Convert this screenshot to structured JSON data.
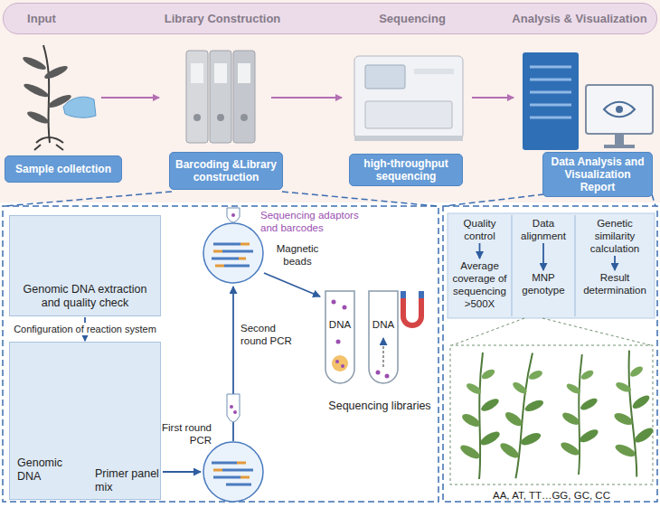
{
  "diagram": {
    "nodes": [
      {
        "text": [
          "Input",
          "Library Construction",
          "Sequencing",
          "Analysis & Visualization"
        ]
      },
      {
        "text": [
          "Sample colletction"
        ]
      },
      {
        "text": [
          "Barcoding &Library construction"
        ]
      },
      {
        "text": [
          "high-throughput sequencing"
        ]
      },
      {
        "text": [
          "Data Analysis and Visualization Report"
        ]
      },
      {
        "text": [
          "Genomic DNA extraction and quality check"
        ]
      },
      {
        "text": [
          "Genomic DNA",
          "Primer panel mix"
        ]
      },
      {
        "text": [
          "Quality control"
        ]
      },
      {
        "text": [
          "Average coverage of sequencing >500X"
        ]
      },
      {
        "text": [
          "Data alignment"
        ]
      },
      {
        "text": [
          "MNP genotype"
        ]
      },
      {
        "text": [
          "Genetic similarity calculation"
        ]
      },
      {
        "text": [
          "Result determination"
        ]
      }
    ],
    "edges": [
      {
        "from": 5,
        "to": 6,
        "arrow": "to",
        "label": "Configuration of reaction system"
      },
      {
        "from": 7,
        "to": 8,
        "arrow": "to"
      },
      {
        "from": 9,
        "to": 10,
        "arrow": "to"
      },
      {
        "from": 11,
        "to": 12,
        "arrow": "to"
      }
    ],
    "labels": [
      "First round PCR",
      "Second round PCR",
      "Sequencing adaptors and barcodes",
      "Magnetic beads",
      "DNA",
      "DNA",
      "Sequencing libraries",
      "AA, AT, TT…GG, GC, CC"
    ]
  }
}
